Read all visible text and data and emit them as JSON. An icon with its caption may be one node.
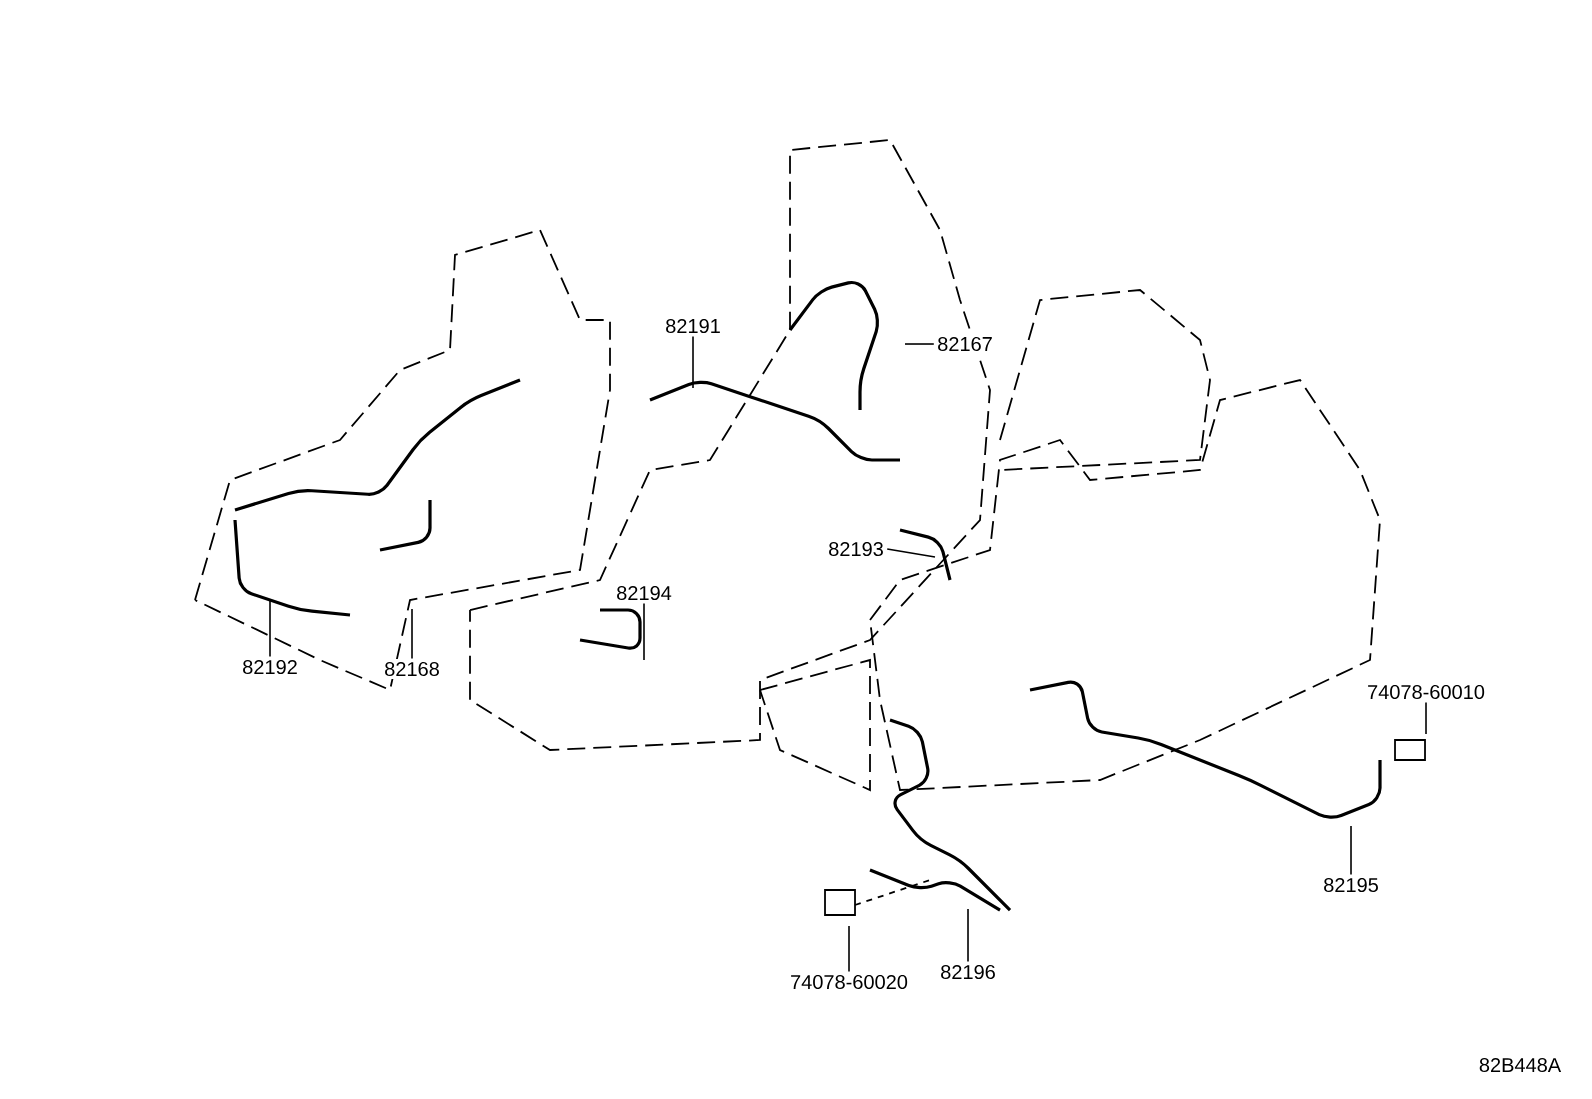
{
  "diagram": {
    "nodes": [
      {
        "text": [
          "82191"
        ]
      },
      {
        "text": [
          "82167"
        ]
      },
      {
        "text": [
          "82193"
        ]
      },
      {
        "text": [
          "82194"
        ]
      },
      {
        "text": [
          "82192"
        ]
      },
      {
        "text": [
          "82168"
        ]
      },
      {
        "text": [
          "74078-60010"
        ]
      },
      {
        "text": [
          "82195"
        ]
      },
      {
        "text": [
          "74078-60020"
        ]
      },
      {
        "text": [
          "82196"
        ]
      }
    ],
    "edges": [
      {
        "from": 0,
        "to": null,
        "arrow": "none"
      },
      {
        "from": 1,
        "to": null,
        "arrow": "none"
      },
      {
        "from": 2,
        "to": null,
        "arrow": "none"
      },
      {
        "from": 3,
        "to": null,
        "arrow": "none"
      },
      {
        "from": 4,
        "to": null,
        "arrow": "none"
      },
      {
        "from": 5,
        "to": null,
        "arrow": "none"
      },
      {
        "from": 6,
        "to": null,
        "arrow": "none"
      },
      {
        "from": 7,
        "to": null,
        "arrow": "none"
      },
      {
        "from": 8,
        "to": null,
        "arrow": "none"
      },
      {
        "from": 9,
        "to": null,
        "arrow": "none"
      }
    ],
    "labels": [
      "82B448A"
    ]
  }
}
